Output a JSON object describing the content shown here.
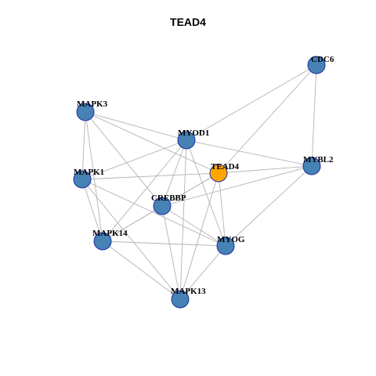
{
  "title": "TEAD4",
  "colors": {
    "default_node": "#4682b4",
    "highlight_node": "#ffa500",
    "edge": "#b3b3b3",
    "node_border": "#1e2fa8"
  },
  "nodes": [
    {
      "id": "CDC6",
      "label": "CDC6",
      "highlight": false
    },
    {
      "id": "MAPK3",
      "label": "MAPK3",
      "highlight": false
    },
    {
      "id": "MYOD1",
      "label": "MYOD1",
      "highlight": false
    },
    {
      "id": "TEAD4",
      "label": "TEAD4",
      "highlight": true
    },
    {
      "id": "MYBL2",
      "label": "MYBL2",
      "highlight": false
    },
    {
      "id": "MAPK1",
      "label": "MAPK1",
      "highlight": false
    },
    {
      "id": "CREBBP",
      "label": "CREBBP",
      "highlight": false
    },
    {
      "id": "MAPK14",
      "label": "MAPK14",
      "highlight": false
    },
    {
      "id": "MYOG",
      "label": "MYOG",
      "highlight": false
    },
    {
      "id": "MAPK13",
      "label": "MAPK13",
      "highlight": false
    }
  ],
  "edges": [
    [
      "CDC6",
      "MYOD1"
    ],
    [
      "CDC6",
      "TEAD4"
    ],
    [
      "CDC6",
      "MYBL2"
    ],
    [
      "MAPK3",
      "MYOD1"
    ],
    [
      "MAPK3",
      "TEAD4"
    ],
    [
      "MAPK3",
      "MAPK1"
    ],
    [
      "MAPK3",
      "MAPK14"
    ],
    [
      "MAPK3",
      "CREBBP"
    ],
    [
      "MYOD1",
      "MYBL2"
    ],
    [
      "MYOD1",
      "MAPK1"
    ],
    [
      "MYOD1",
      "CREBBP"
    ],
    [
      "MYOD1",
      "MAPK14"
    ],
    [
      "MYOD1",
      "MYOG"
    ],
    [
      "MYOD1",
      "MAPK13"
    ],
    [
      "TEAD4",
      "MYBL2"
    ],
    [
      "TEAD4",
      "MAPK1"
    ],
    [
      "TEAD4",
      "CREBBP"
    ],
    [
      "TEAD4",
      "MYOG"
    ],
    [
      "TEAD4",
      "MAPK13"
    ],
    [
      "TEAD4",
      "MAPK14"
    ],
    [
      "MYBL2",
      "CREBBP"
    ],
    [
      "MYBL2",
      "MYOG"
    ],
    [
      "MAPK1",
      "MAPK14"
    ],
    [
      "MAPK1",
      "MYOG"
    ],
    [
      "MAPK1",
      "MAPK13"
    ],
    [
      "CREBBP",
      "MAPK14"
    ],
    [
      "CREBBP",
      "MYOG"
    ],
    [
      "CREBBP",
      "MAPK13"
    ],
    [
      "MAPK14",
      "MYOG"
    ],
    [
      "MAPK14",
      "MAPK13"
    ],
    [
      "MYOG",
      "MAPK13"
    ]
  ]
}
